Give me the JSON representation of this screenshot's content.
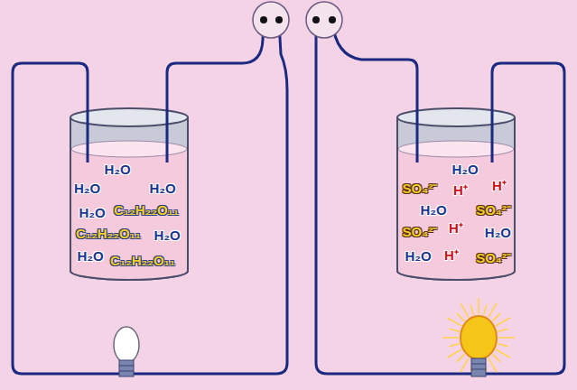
{
  "diagram": {
    "labels": [
      "H₂O",
      "H₂O",
      "H₂O",
      "H₂O",
      "C₁₂H₂₂O₁₁",
      "C₁₂H₂₂O₁₁",
      "H₂O",
      "H₂O",
      "C₁₂H₂₂O₁₁",
      "H₂O",
      "SO₄²⁻",
      "H⁺",
      "H⁺",
      "H₂O",
      "SO₄²⁻",
      "SO₄²⁻",
      "H⁺",
      "H₂O",
      "H₂O",
      "H⁺",
      "SO₄²⁻"
    ]
  }
}
